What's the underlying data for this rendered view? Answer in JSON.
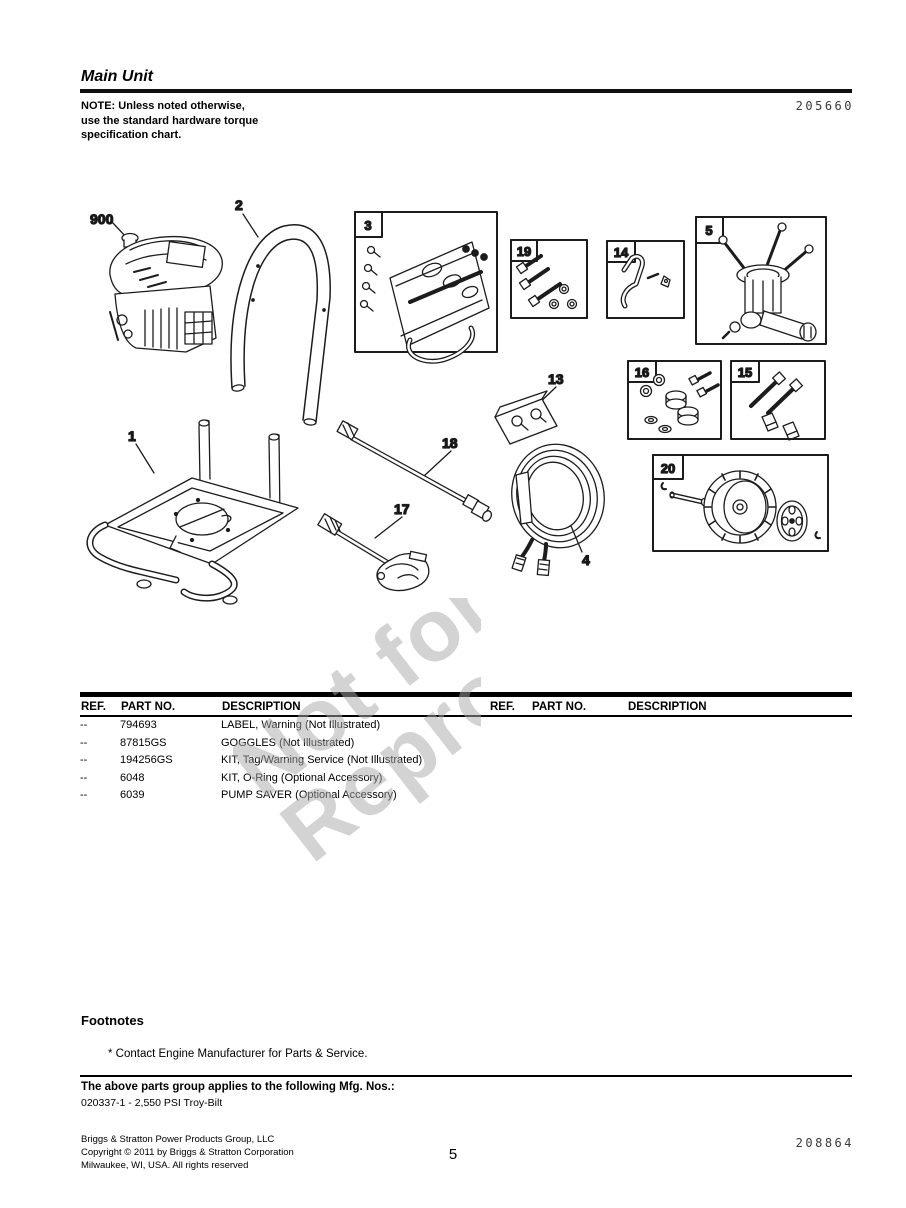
{
  "header": {
    "title": "Main Unit",
    "note_lines": [
      "NOTE: Unless noted otherwise,",
      "use the standard hardware torque",
      "specification chart."
    ],
    "doc_number": "205660"
  },
  "watermark": {
    "line1": "Not for",
    "line2": "Reproduction"
  },
  "diagram": {
    "callouts": {
      "engine": "900",
      "handle": "2",
      "panel": "3",
      "hardware_a": "19",
      "bracket": "14",
      "pump": "5",
      "bag": "13",
      "hardware_b": "16",
      "hardware_c": "15",
      "wheel": "20",
      "frame": "1",
      "wand": "18",
      "gun": "17",
      "hose": "4"
    }
  },
  "parts_table": {
    "left_headers": [
      "REF.",
      "PART NO.",
      "DESCRIPTION"
    ],
    "right_headers": [
      "REF.",
      "PART NO.",
      "DESCRIPTION"
    ],
    "rows": [
      {
        "ref": "--",
        "part_no": "794693",
        "description": "LABEL, Warning (Not Illustrated)"
      },
      {
        "ref": "--",
        "part_no": "87815GS",
        "description": "GOGGLES (Not Illustrated)"
      },
      {
        "ref": "--",
        "part_no": "194256GS",
        "description": "KIT, Tag/Warning Service (Not Illustrated)"
      },
      {
        "ref": "--",
        "part_no": "6048",
        "description": "KIT, O-Ring (Optional Accessory)"
      },
      {
        "ref": "--",
        "part_no": "6039",
        "description": "PUMP SAVER (Optional Accessory)"
      }
    ]
  },
  "footnotes": {
    "heading": "Footnotes",
    "note": "* Contact Engine Manufacturer for Parts & Service.",
    "mfg_heading": "The above parts group applies to the following Mfg. Nos.:",
    "mfg_item": "020337-1 - 2,550 PSI Troy-Bilt"
  },
  "footer": {
    "company_lines": [
      "Briggs & Stratton Power Products Group, LLC",
      "Copyright © 2011 by Briggs & Stratton Corporation",
      "Milwaukee, WI, USA. All rights reserved"
    ],
    "page_number": "5",
    "doc_number": "208864"
  }
}
